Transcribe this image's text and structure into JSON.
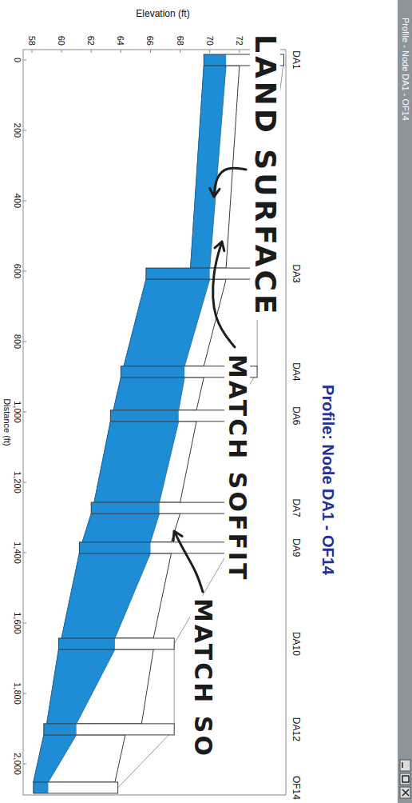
{
  "diagram": {
    "title": "Profile: Node DA1 - OF14",
    "labels": [
      "Profile - Node DA1 - OF14",
      "Elevation (ft)",
      "58",
      "60",
      "62",
      "64",
      "66",
      "68",
      "70",
      "72",
      "74",
      "DA1",
      "DA3",
      "DA4",
      "DA6",
      "DA7",
      "DA9",
      "DA10",
      "DA12",
      "OF14",
      "0",
      "200",
      "400",
      "600",
      "800",
      "1,000",
      "1,200",
      "1,400",
      "1,600",
      "1,800",
      "2,000",
      "Distance (ft)",
      "LAND SURFACE",
      "MATCH SOFFIT",
      "MATCH SO"
    ]
  }
}
